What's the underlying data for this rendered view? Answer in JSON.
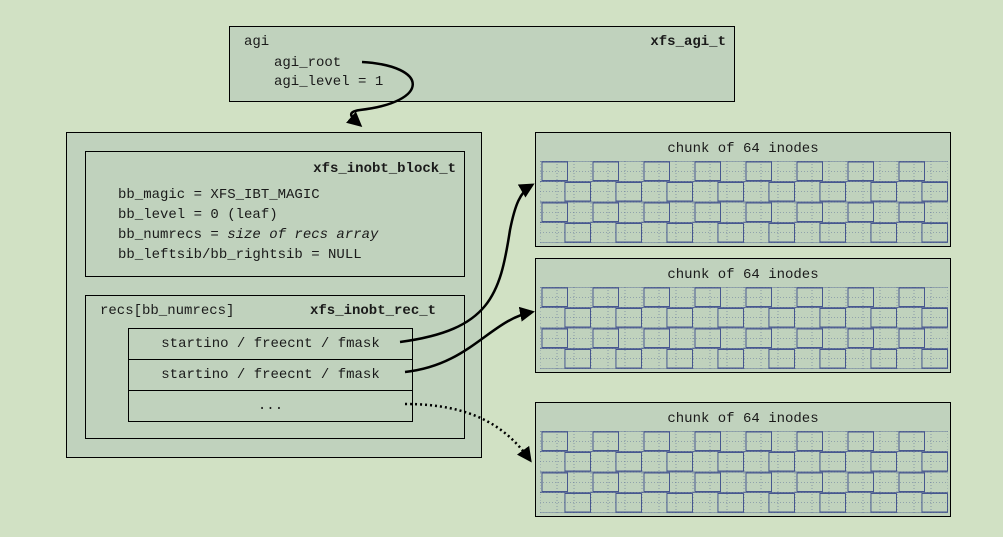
{
  "agi": {
    "name": "agi",
    "type": "xfs_agi_t",
    "root": "agi_root",
    "level": "agi_level = 1"
  },
  "block": {
    "type": "xfs_inobt_block_t",
    "fields": [
      {
        "text": "bb_magic = XFS_IBT_MAGIC"
      },
      {
        "text": "bb_level = 0 (leaf)"
      },
      {
        "text": "bb_numrecs = ",
        "italic": "size of recs array"
      },
      {
        "text": "bb_leftsib/bb_rightsib = NULL"
      }
    ]
  },
  "recs": {
    "label": "recs[bb_numrecs]",
    "type": "xfs_inobt_rec_t",
    "rows": [
      "startino / freecnt / fmask",
      "startino / freecnt / fmask",
      "..."
    ]
  },
  "chunks": [
    {
      "title": "chunk of 64 inodes"
    },
    {
      "title": "chunk of 64 inodes"
    },
    {
      "title": "chunk of 64 inodes"
    }
  ],
  "colors": {
    "background": "#d1e1c4",
    "box_fill": "#c0d2bd",
    "grid_line": "#3a4a8a",
    "border": "#000000"
  }
}
